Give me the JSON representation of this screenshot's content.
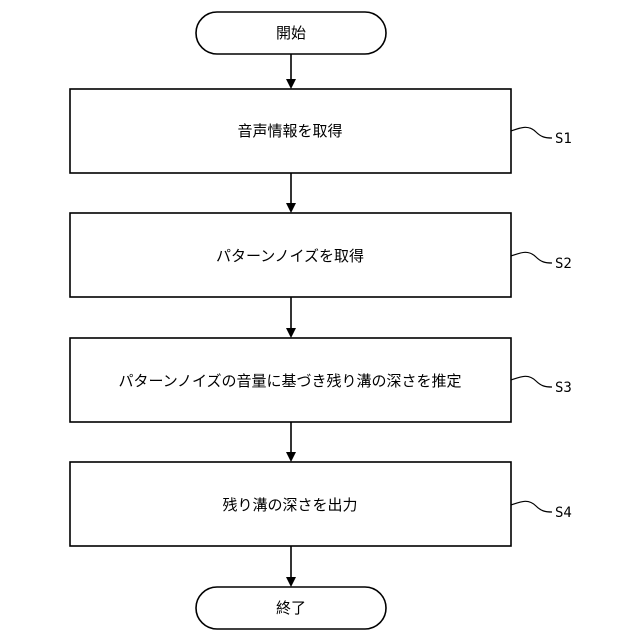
{
  "flowchart": {
    "start": {
      "label": "開始"
    },
    "steps": [
      {
        "label": "音声情報を取得",
        "step_id": "S1"
      },
      {
        "label": "パターンノイズを取得",
        "step_id": "S2"
      },
      {
        "label": "パターンノイズの音量に基づき残り溝の深さを推定",
        "step_id": "S3"
      },
      {
        "label": "残り溝の深さを出力",
        "step_id": "S4"
      }
    ],
    "end": {
      "label": "終了"
    }
  }
}
